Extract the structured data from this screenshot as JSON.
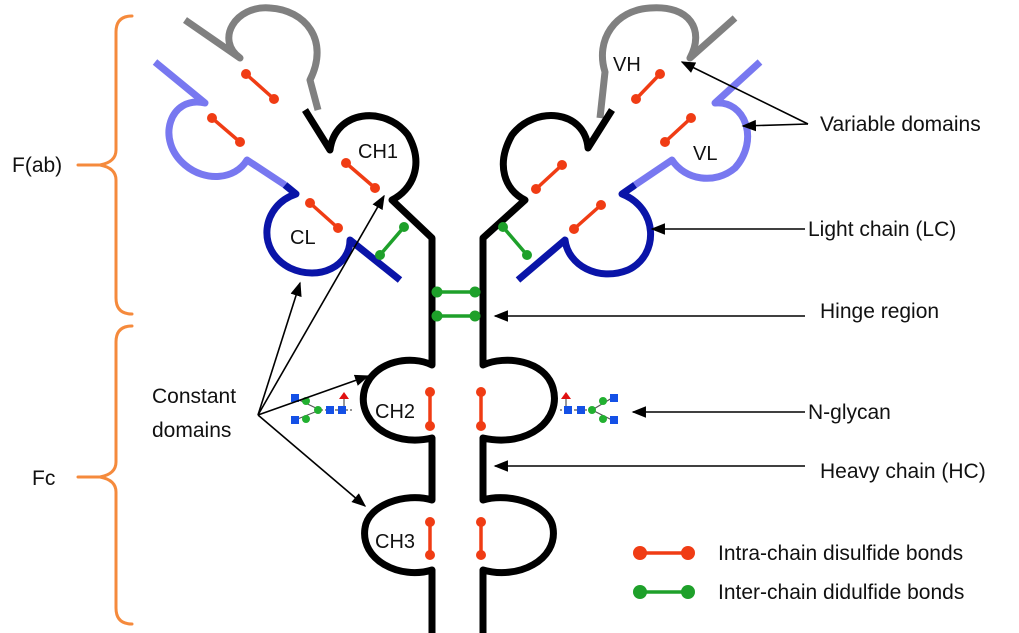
{
  "colors": {
    "heavy_chain": "#000000",
    "variable_heavy": "#808080",
    "light_chain_variable": "#7878f0",
    "light_chain_constant": "#0a14a8",
    "intra_chain_bond": "#f03c14",
    "inter_chain_bond": "#1ea02a",
    "bracket": "#f58a3c",
    "glycan_square": "#1450e6",
    "glycan_circle": "#22b030",
    "glycan_fucose": "#e01010"
  },
  "brackets": {
    "fab_label": "F(ab)",
    "fc_label": "Fc"
  },
  "domain_labels": {
    "vh": "VH",
    "vl": "VL",
    "ch1": "CH1",
    "cl": "CL",
    "ch2": "CH2",
    "ch3": "CH3"
  },
  "annotations": {
    "variable_domains": "Variable domains",
    "light_chain": "Light chain (LC)",
    "hinge_region": "Hinge region",
    "n_glycan": "N-glycan",
    "heavy_chain": "Heavy chain (HC)",
    "constant_domains_line1": "Constant",
    "constant_domains_line2": "domains"
  },
  "legend": {
    "intra_chain": "Intra-chain disulfide bonds",
    "inter_chain": "Inter-chain didulfide bonds"
  },
  "icons": {
    "glycan": "n-glycan-symbol",
    "bond": "disulfide-bond-symbol"
  }
}
